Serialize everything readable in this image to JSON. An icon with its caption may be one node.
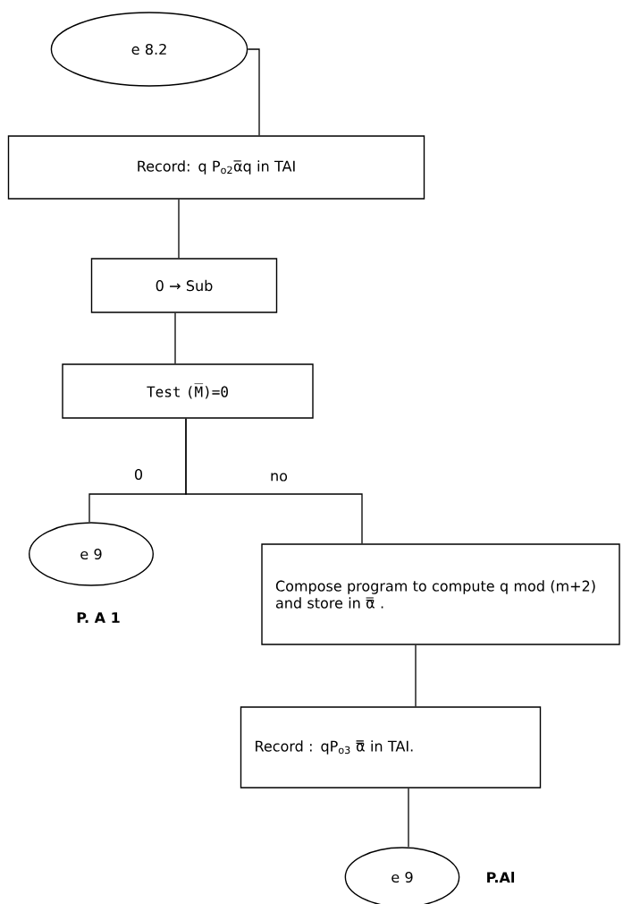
{
  "diagram": {
    "nodes": [
      {
        "text": [
          "e 8.2"
        ]
      },
      {
        "text": [
          "Record:  q P$_{o2}$α̅q in TAI"
        ]
      },
      {
        "text": [
          "0 → Sub"
        ]
      },
      {
        "text": [
          "Test (M̅)=0"
        ]
      },
      {
        "text": [
          "e 9"
        ],
        "beside": [
          "P. A 1"
        ]
      },
      {
        "text": [
          "Compose program to compute q mod (m+2) and store in α̿ ."
        ]
      },
      {
        "text": [
          "Record :  qP$_{o3}$ α̿ in TAI."
        ]
      },
      {
        "text": [
          "e 9"
        ],
        "beside": [
          "P.Al"
        ]
      }
    ],
    "edges": [
      {
        "from": 0,
        "to": 1,
        "arrow": "none"
      },
      {
        "from": 1,
        "to": 2,
        "arrow": "none"
      },
      {
        "from": 2,
        "to": 3,
        "arrow": "none"
      },
      {
        "from": 3,
        "to": 4,
        "label": "0",
        "arrow": "none"
      },
      {
        "from": 3,
        "to": 5,
        "label": "no",
        "arrow": "none"
      },
      {
        "from": 5,
        "to": 6,
        "arrow": "none"
      },
      {
        "from": 6,
        "to": 7,
        "arrow": "none"
      }
    ]
  }
}
